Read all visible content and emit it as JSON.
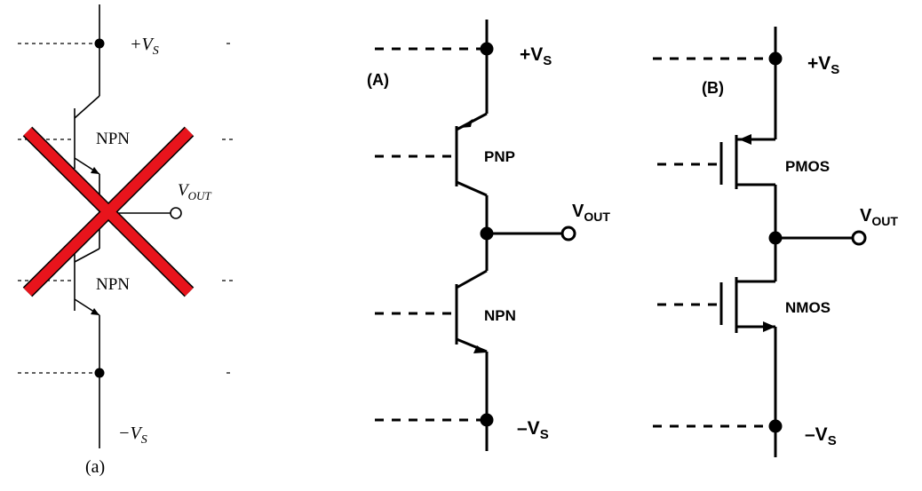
{
  "panel_a": {
    "label": "(a)",
    "rail_pos": "+V_S",
    "rail_neg": "−V_S",
    "upper_transistor": "NPN",
    "lower_transistor": "NPN",
    "output": "V_OUT",
    "cross_color": "#e8141c"
  },
  "panel_A": {
    "label": "(A)",
    "rail_pos": "+V_S",
    "rail_neg": "–V_S",
    "upper_transistor": "PNP",
    "lower_transistor": "NPN",
    "output": "V_OUT"
  },
  "panel_B": {
    "label": "(B)",
    "rail_pos": "+V_S",
    "rail_neg": "–V_S",
    "upper_transistor": "PMOS",
    "lower_transistor": "NMOS",
    "output": "V_OUT"
  }
}
